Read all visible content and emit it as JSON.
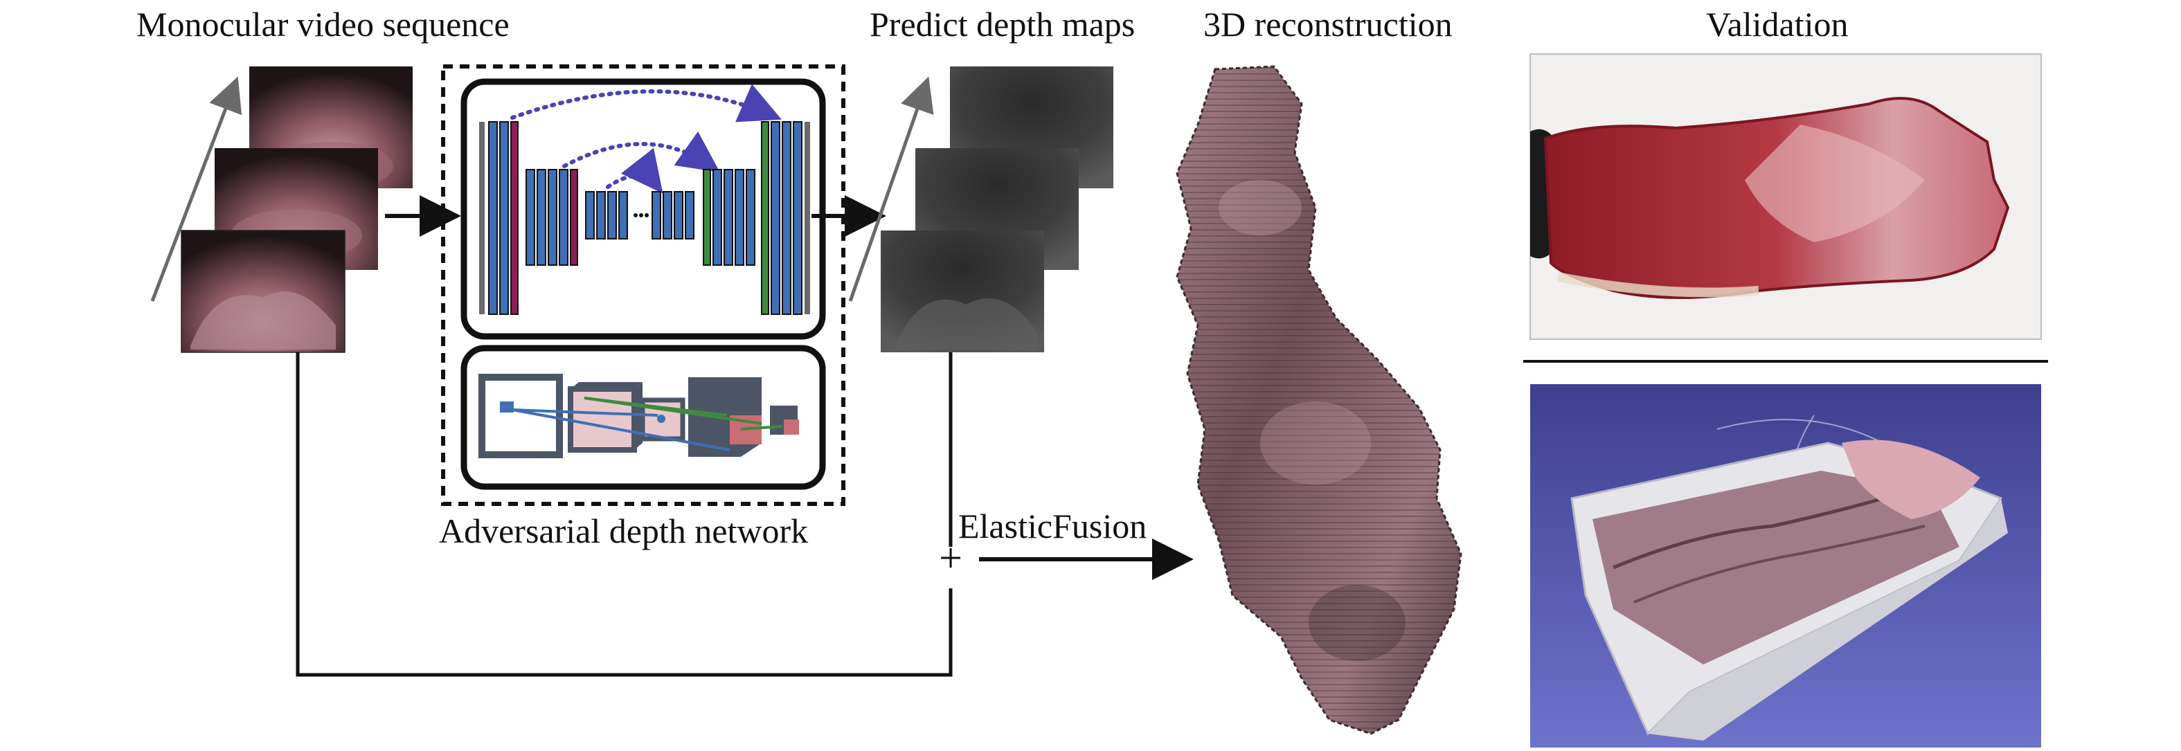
{
  "labels": {
    "video_sequence": "Monocular video sequence",
    "predict_depth": "Predict depth maps",
    "reconstruction": "3D reconstruction",
    "validation": "Validation",
    "adversarial_network": "Adversarial depth network",
    "fusion_method": "ElasticFusion",
    "plus_symbol": "+"
  },
  "colors": {
    "arrow": "#111111",
    "time_arrow": "#6a6a6a",
    "encoder_block": "#3f6fb4",
    "bottleneck_magenta": "#8a1f54",
    "decoder_green": "#3f8a3f",
    "skip_connection": "#4a43b3",
    "tissue_pink": "#b5808a",
    "depth_gray": "#3e3e3e",
    "validation_blue": "#5a5fb8",
    "specimen_red": "#a1242e"
  },
  "icons": {
    "video_frames": "endoscopy-frame-stack",
    "depth_frames": "depth-map-stack",
    "generator": "unet-generator-icon",
    "discriminator": "cnn-discriminator-icon",
    "point_cloud": "colon-point-cloud",
    "specimen_photo": "excised-colon-photo",
    "mesh_model": "reconstructed-mesh-model"
  }
}
